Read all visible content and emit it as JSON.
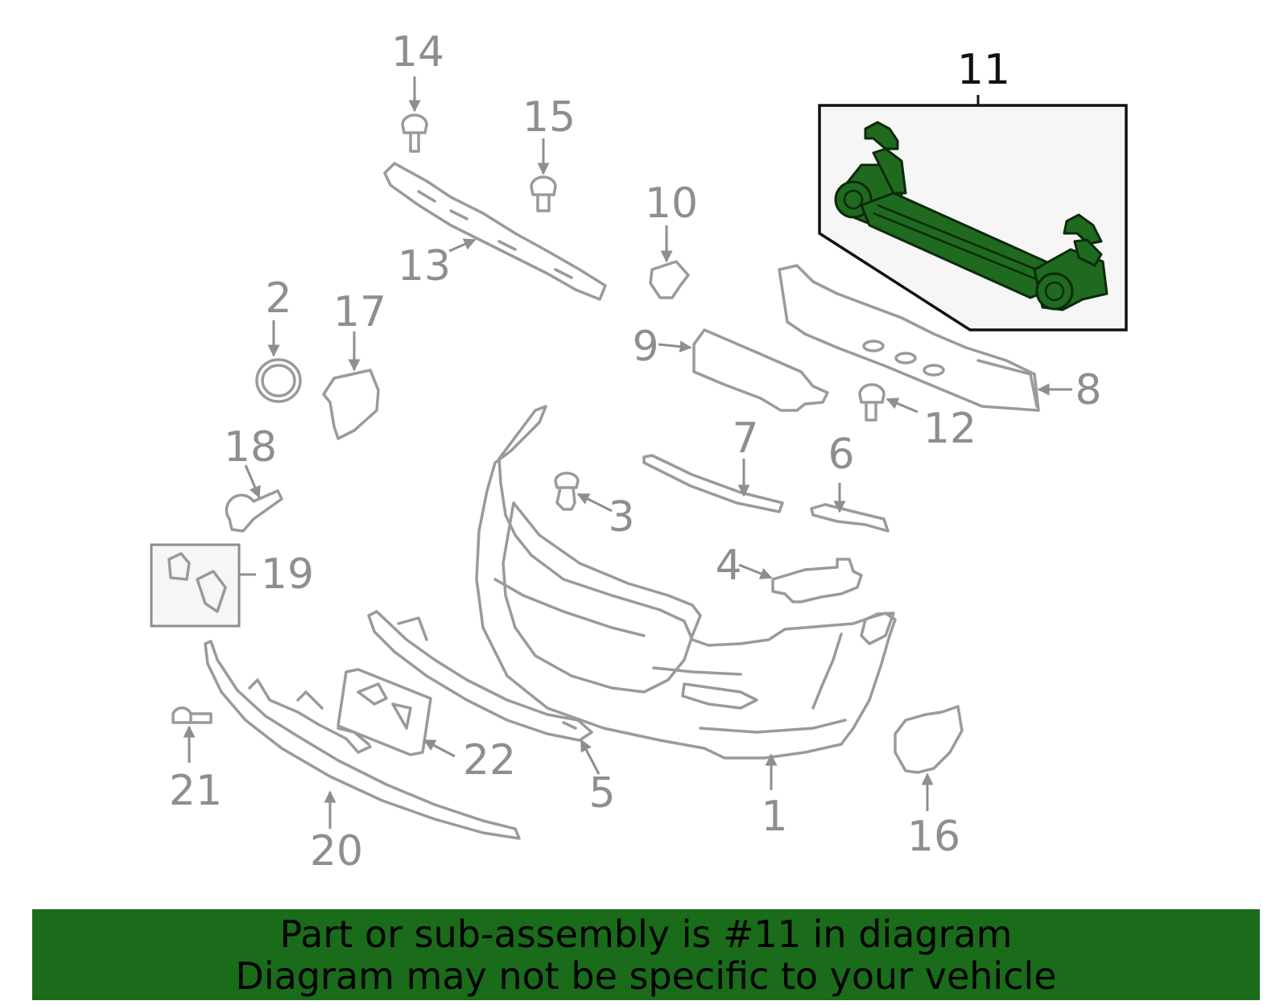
{
  "highlight_color": "#1a6b1a",
  "callouts": {
    "c1": "1",
    "c2": "2",
    "c3": "3",
    "c4": "4",
    "c5": "5",
    "c6": "6",
    "c7": "7",
    "c8": "8",
    "c9": "9",
    "c10": "10",
    "c11": "11",
    "c12": "12",
    "c13": "13",
    "c14": "14",
    "c15": "15",
    "c16": "16",
    "c17": "17",
    "c18": "18",
    "c19": "19",
    "c20": "20",
    "c21": "21",
    "c22": "22"
  },
  "highlighted_part": "11",
  "banner": {
    "line1": "Part or sub-assembly is #11 in diagram",
    "line2": "Diagram may not be specific to your vehicle"
  }
}
